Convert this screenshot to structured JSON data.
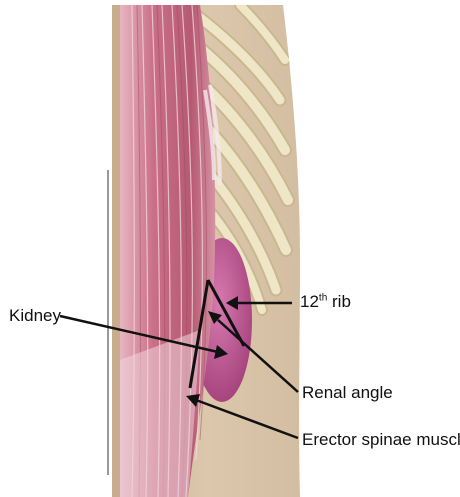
{
  "labels": {
    "kidney": "Kidney",
    "rib_number": "12",
    "rib_suffix": "th",
    "rib_word": "rib",
    "renal_angle": "Renal angle",
    "erector_spinae": "Erector spinae muscle"
  },
  "colors": {
    "skin": "#dcc6aa",
    "skin_shadow": "#c9af90",
    "rib": "#efe6c8",
    "rib_edge": "#c8b88f",
    "muscle": "#c96f86",
    "muscle_dark": "#a94f68",
    "kidney": "#b8508b",
    "line": "#111111"
  }
}
